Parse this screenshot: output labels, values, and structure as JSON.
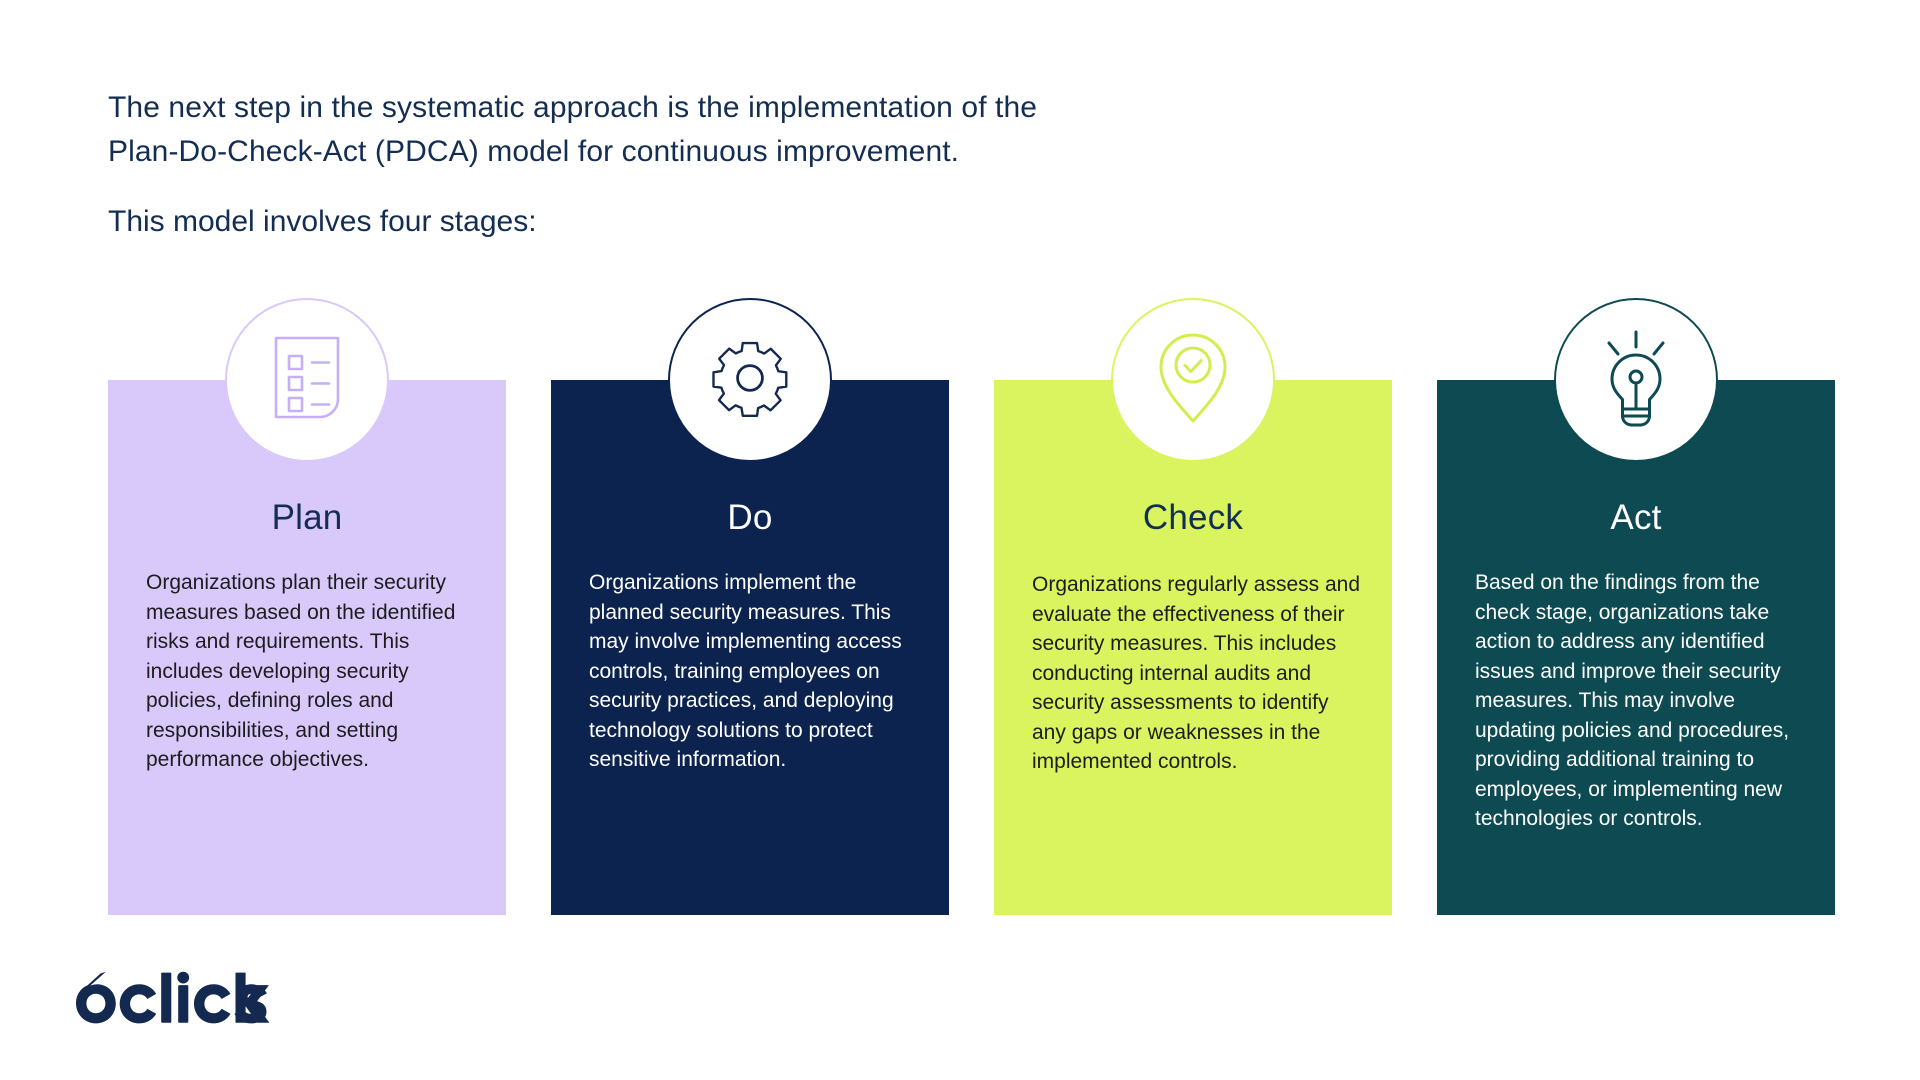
{
  "intro": {
    "paragraph_line1": "The next step in the systematic approach is the implementation of the",
    "paragraph_line2": "Plan-Do-Check-Act (PDCA) model for continuous improvement.",
    "subheading": "This model involves four stages:"
  },
  "colors": {
    "ink": "#142d53",
    "plan_bg": "#d9c9fb",
    "do_bg": "#0c2350",
    "check_bg": "#d9f45f",
    "act_bg": "#0d4a52",
    "white": "#ffffff"
  },
  "stages": [
    {
      "id": "plan",
      "title": "Plan",
      "icon": "checklist-document-icon",
      "body": "Organizations plan their security measures based on the identified risks and requirements. This includes developing security policies, defining roles and responsibilities, and setting performance objectives."
    },
    {
      "id": "do",
      "title": "Do",
      "icon": "gear-icon",
      "body": "Organizations implement the planned security measures. This may involve implementing access controls, training employees on security practices, and deploying technology solutions to protect sensitive information."
    },
    {
      "id": "check",
      "title": "Check",
      "icon": "map-pin-check-icon",
      "body": "Organizations regularly assess and evaluate the effectiveness of their security measures. This includes conducting internal audits and security assessments to identify any gaps or weaknesses in the implemented controls."
    },
    {
      "id": "act",
      "title": "Act",
      "icon": "lightbulb-icon",
      "body": "Based on the findings from the check stage, organizations take action to address any identified issues and improve their security measures. This may involve updating policies and procedures, providing additional training to employees, or implementing new technologies or controls."
    }
  ],
  "logo": {
    "text": "6clicks"
  }
}
